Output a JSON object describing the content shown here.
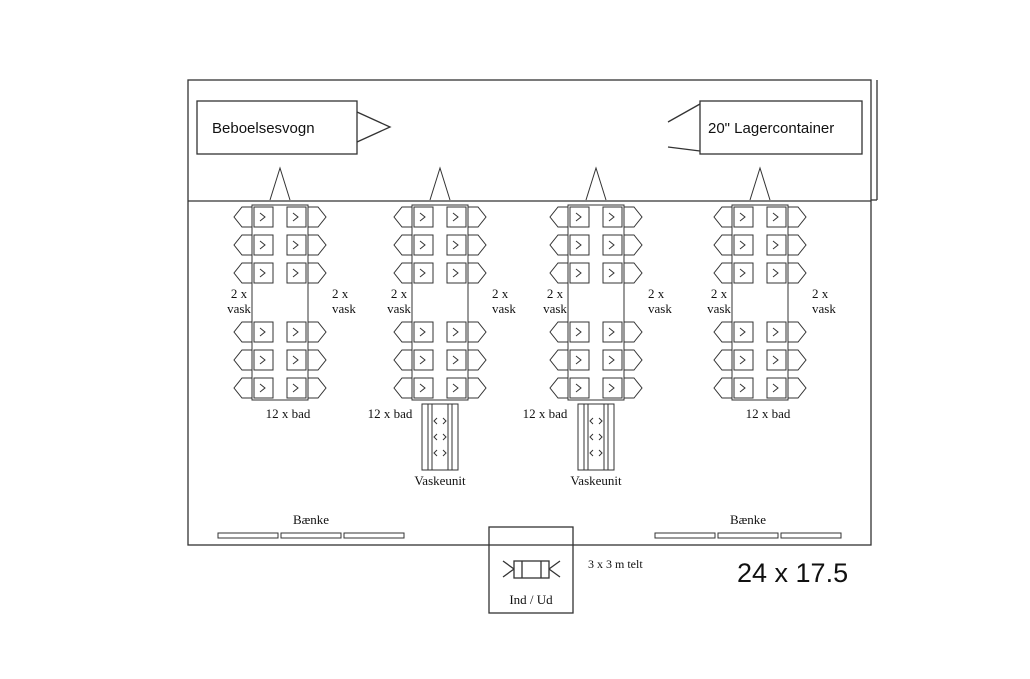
{
  "trailer_label": "Beboelsesvogn",
  "container_label": "20\" Lagercontainer",
  "sink_label_top": "2 x",
  "sink_label_bottom": "vask",
  "bath_label": "12 x bad",
  "wash_unit_label": "Vaskeunit",
  "benches_label": "Bænke",
  "tent_size_label": "3 x 3 m telt",
  "entrance_label": "Ind / Ud",
  "dimensions_label": "24 x 17.5",
  "colors": {
    "line": "#333333",
    "text": "#111111",
    "background": "#ffffff"
  }
}
